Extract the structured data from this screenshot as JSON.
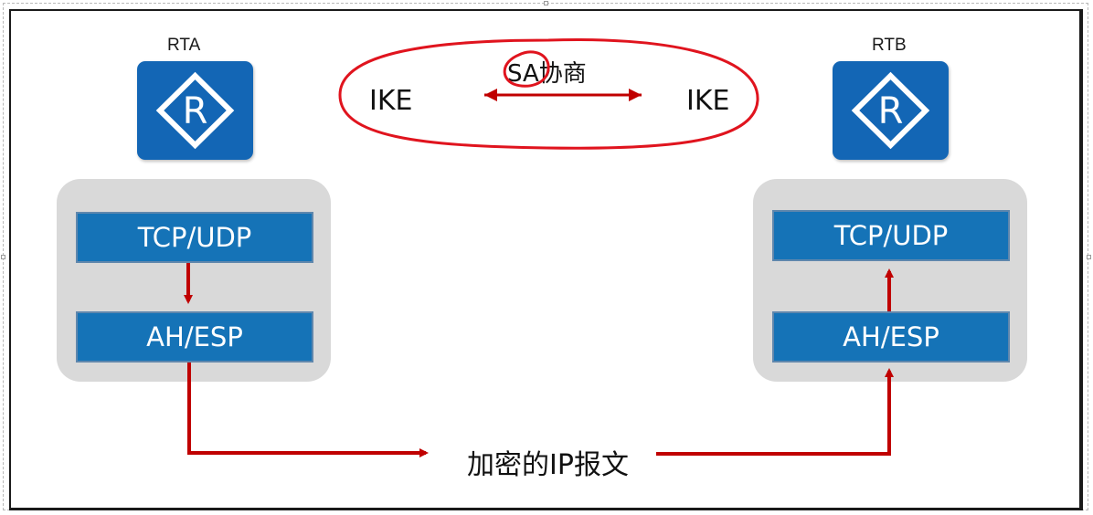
{
  "routers": {
    "left": {
      "name": "RTA",
      "icon": "router-icon"
    },
    "right": {
      "name": "RTB",
      "icon": "router-icon"
    }
  },
  "ike": {
    "left_label": "IKE",
    "right_label": "IKE",
    "negotiation_label": "SA协商"
  },
  "stacks": {
    "left": {
      "top_layer": "TCP/UDP",
      "bottom_layer": "AH/ESP"
    },
    "right": {
      "top_layer": "TCP/UDP",
      "bottom_layer": "AH/ESP"
    }
  },
  "packet_label": "加密的IP报文",
  "colors": {
    "router_blue": "#1366b5",
    "layer_blue": "#1573b7",
    "stack_gray": "#d9d9d9",
    "arrow_red": "#c00000",
    "annotation_red": "#e0141e"
  }
}
